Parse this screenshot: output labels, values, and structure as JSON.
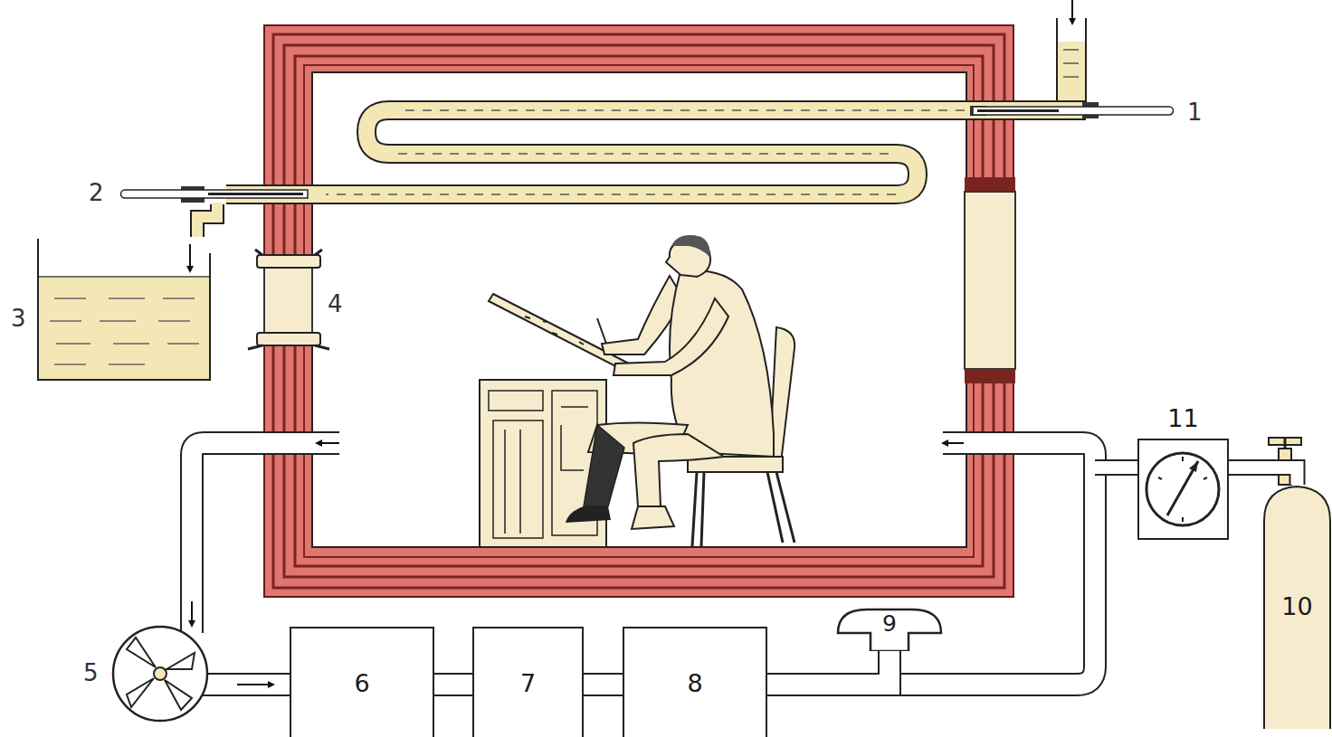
{
  "diagram": {
    "nodes": [
      {
        "text": [
          "6"
        ]
      },
      {
        "text": [
          "7"
        ]
      },
      {
        "text": [
          "8"
        ]
      },
      {
        "text": [
          "9"
        ]
      },
      {
        "text": [
          "11"
        ]
      },
      {
        "text": [
          "10"
        ]
      }
    ],
    "edges": [
      {
        "from": 0,
        "to": 1,
        "arrow": "none"
      },
      {
        "from": 1,
        "to": 2,
        "arrow": "none"
      },
      {
        "from": 2,
        "to": 3,
        "arrow": "none"
      },
      {
        "from": 4,
        "to": 5,
        "arrow": "none"
      }
    ],
    "labels": [
      "1",
      "2",
      "3",
      "4",
      "5"
    ]
  }
}
